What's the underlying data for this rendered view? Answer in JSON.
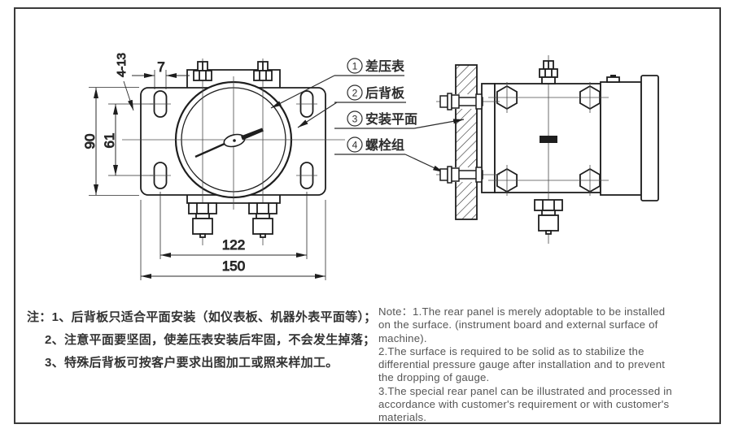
{
  "drawing": {
    "dimensions": {
      "slot_count_size": "4-13",
      "slot_width": "7",
      "plate_height": "90",
      "slot_row_spacing": "61",
      "slot_col_spacing": "122",
      "plate_width": "150"
    },
    "callouts": [
      {
        "num": "1",
        "label": "差压表"
      },
      {
        "num": "2",
        "label": "后背板"
      },
      {
        "num": "3",
        "label": "安装平面"
      },
      {
        "num": "4",
        "label": "螺栓组"
      }
    ]
  },
  "notes_cn": {
    "lines": [
      "注：1、后背板只适合平面安装（如仪表板、机器外表平面等）；",
      "2、注意平面要坚固，使差压表安装后牢固，不会发生掉落；",
      "3、特殊后背板可按客户要求出图加工或照来样加工。"
    ]
  },
  "notes_en": {
    "lines": [
      "Note：1.The rear panel is merely adoptable to be installed",
      "on the surface. (instrument board and external surface of",
      "machine).",
      "2.The surface is required to be solid as to stabilize the",
      "differential pressure gauge after installation and to prevent",
      "the dropping of gauge.",
      "3.The special rear panel can be illustrated and processed in",
      "accordance with customer's requirement or with customer's",
      "materials."
    ]
  },
  "colors": {
    "object_line": "#1e1e1e",
    "thin_line": "#4a4a4a",
    "dim_line": "#2a2a2a",
    "border": "#3a3a3a",
    "text_cn": "#333333",
    "text_en": "#555555",
    "background": "#ffffff"
  }
}
